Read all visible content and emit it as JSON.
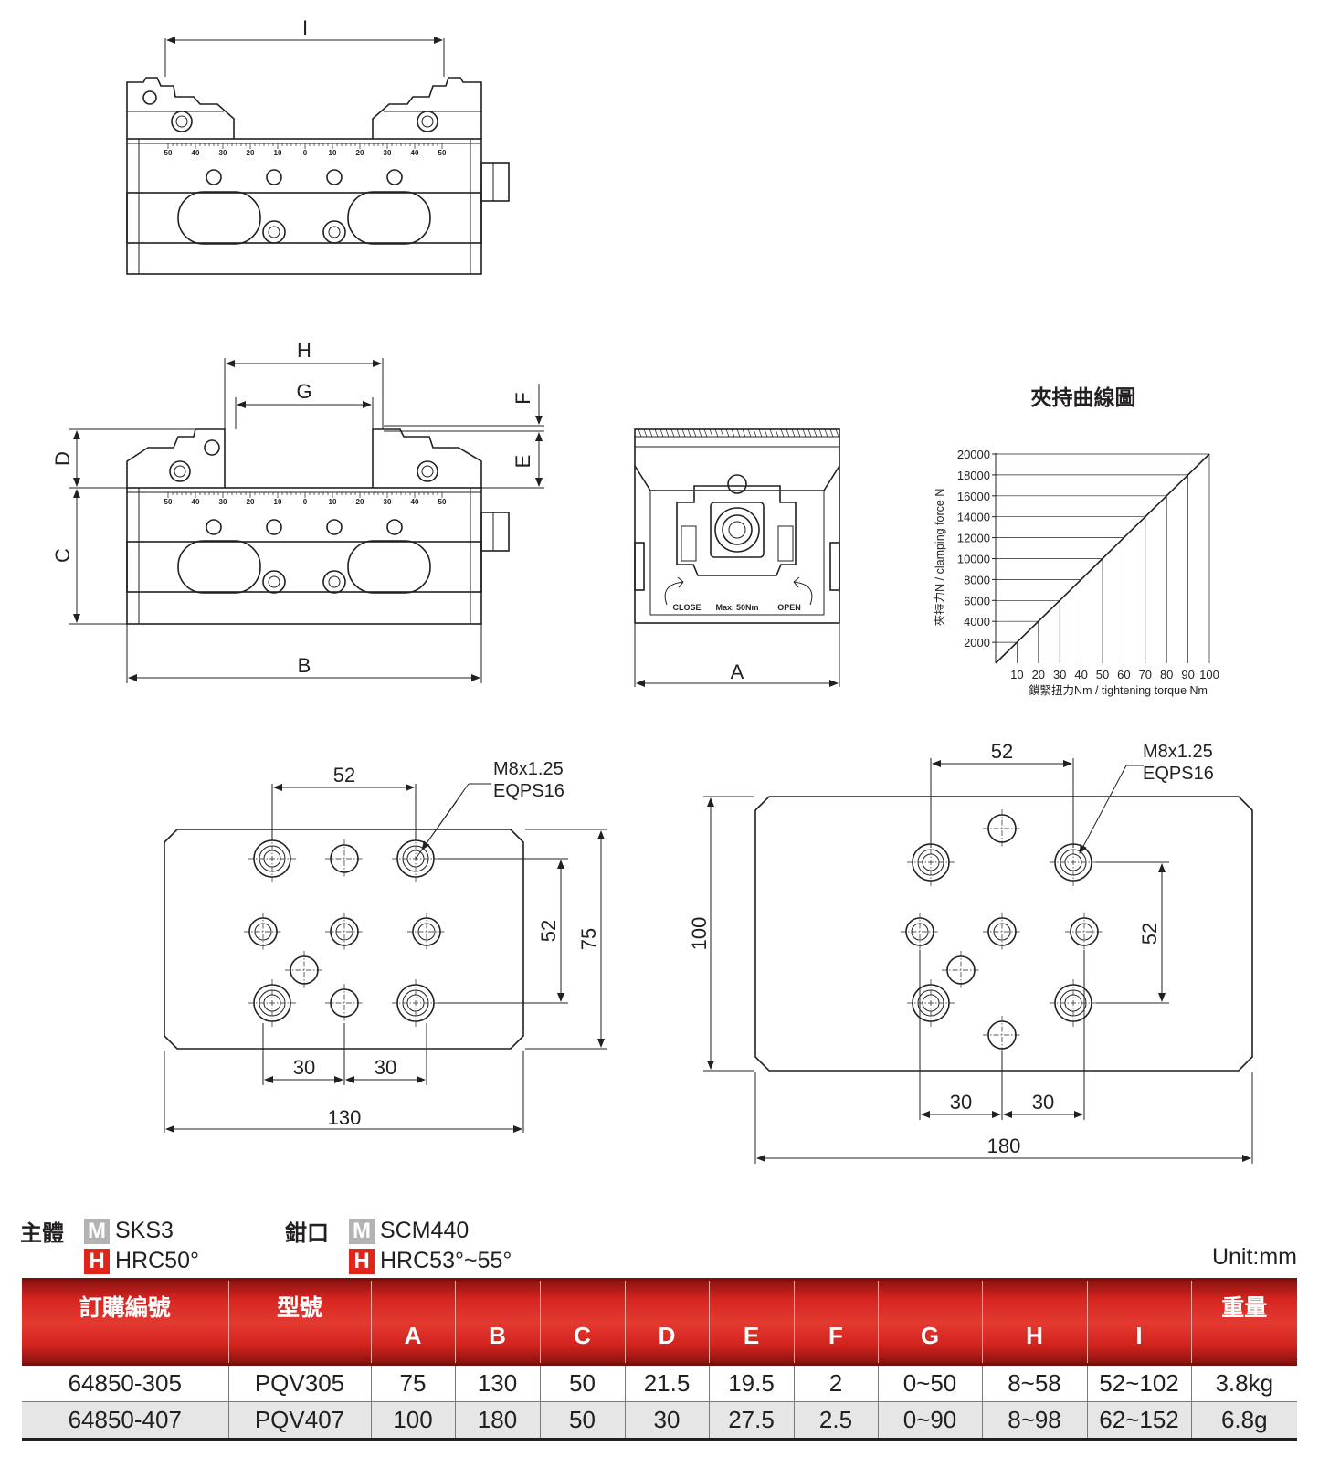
{
  "drawings": {
    "top_view": {
      "dim_I": "I"
    },
    "front_view": {
      "dim_H": "H",
      "dim_G": "G",
      "dim_F": "F",
      "dim_E": "E",
      "dim_D": "D",
      "dim_C": "C",
      "dim_B": "B",
      "scale_ticks": [
        "50",
        "40",
        "30",
        "20",
        "10",
        "0",
        "10",
        "20",
        "30",
        "40",
        "50"
      ]
    },
    "side_view": {
      "dim_A": "A",
      "close_label": "CLOSE",
      "torque_label": "Max. 50Nm",
      "open_label": "OPEN"
    },
    "base_small": {
      "dim_52_top": "52",
      "thread_1": "M8x1.25",
      "thread_2": "EQPS16",
      "dim_52_side": "52",
      "dim_75": "75",
      "dim_30_left": "30",
      "dim_30_right": "30",
      "dim_130": "130"
    },
    "base_large": {
      "dim_52_top": "52",
      "thread_1": "M8x1.25",
      "thread_2": "EQPS16",
      "dim_100": "100",
      "dim_52_side": "52",
      "dim_30_left": "30",
      "dim_30_right": "30",
      "dim_180": "180"
    }
  },
  "chart_data": {
    "type": "line",
    "title": "夾持曲線圖",
    "xlabel": "鎖緊扭力Nm / tightening torque Nm",
    "ylabel": "夾持力N / clamping force N",
    "x_ticks": [
      "10",
      "20",
      "30",
      "40",
      "50",
      "60",
      "70",
      "80",
      "90",
      "100"
    ],
    "y_ticks": [
      "2000",
      "4000",
      "6000",
      "8000",
      "10000",
      "12000",
      "14000",
      "16000",
      "18000",
      "20000"
    ],
    "x": [
      0,
      10,
      20,
      30,
      40,
      50,
      60,
      70,
      80,
      90,
      100
    ],
    "series": [
      {
        "values": [
          0,
          2000,
          4000,
          6000,
          8000,
          10000,
          12000,
          14000,
          16000,
          18000,
          20000
        ]
      }
    ],
    "xlim": [
      0,
      100
    ],
    "ylim": [
      0,
      20000
    ]
  },
  "materials": {
    "body_label": "主體",
    "body_m_badge": "M",
    "body_m_value": "SKS3",
    "body_h_badge": "H",
    "body_h_value": "HRC50°",
    "jaw_label": "鉗口",
    "jaw_m_badge": "M",
    "jaw_m_value": "SCM440",
    "jaw_h_badge": "H",
    "jaw_h_value": "HRC53°~55°"
  },
  "unit": "Unit:mm",
  "table": {
    "headers": [
      "訂購編號",
      "型號",
      "A",
      "B",
      "C",
      "D",
      "E",
      "F",
      "G",
      "H",
      "I",
      "重量"
    ],
    "rows": [
      [
        "64850-305",
        "PQV305",
        "75",
        "130",
        "50",
        "21.5",
        "19.5",
        "2",
        "0~50",
        "8~58",
        "52~102",
        "3.8kg"
      ],
      [
        "64850-407",
        "PQV407",
        "100",
        "180",
        "50",
        "30",
        "27.5",
        "2.5",
        "0~90",
        "8~98",
        "62~152",
        "6.8g"
      ]
    ]
  }
}
